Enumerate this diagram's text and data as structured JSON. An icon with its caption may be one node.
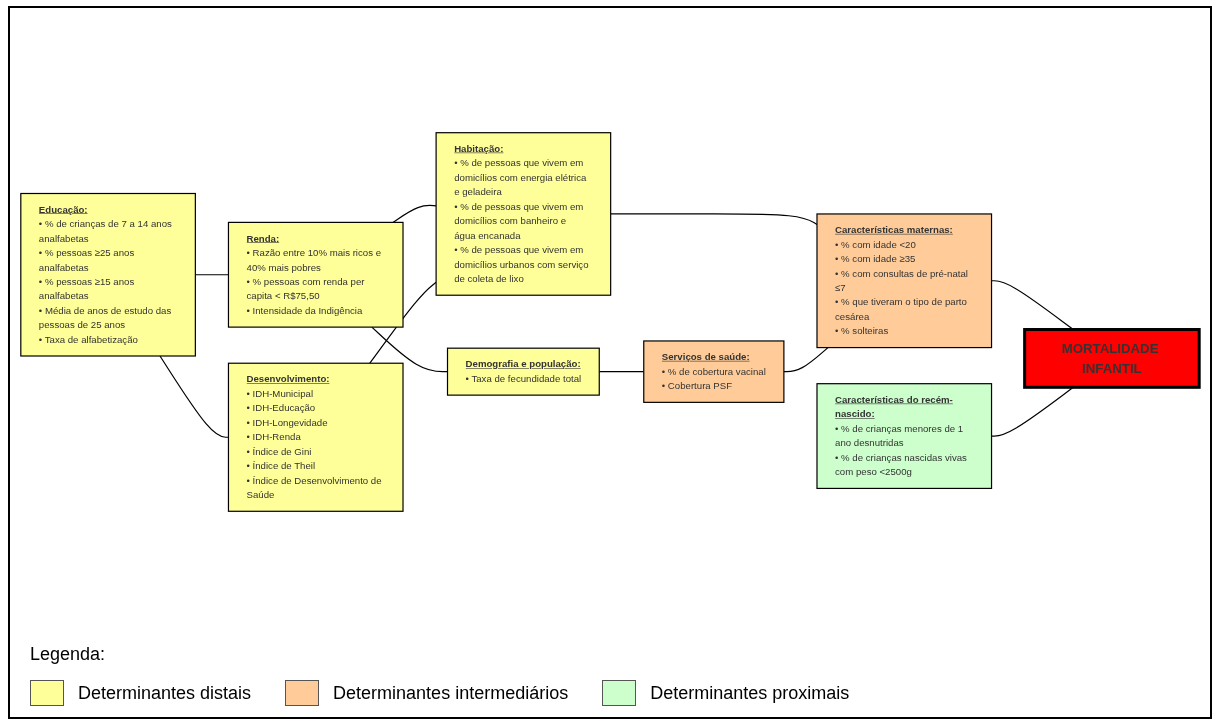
{
  "diagram": {
    "nodes": [
      {
        "text": [
          "Educação:",
          "• % de crianças de 7 a 14 anos analfabetas",
          "• % pessoas ≥25 anos analfabetas",
          "• % pessoas ≥15 anos analfabetas",
          "• Média de anos de estudo das pessoas de 25 anos",
          "• Taxa de alfabetização"
        ]
      },
      {
        "text": [
          "Renda:",
          "• Razão entre 10% mais ricos e 40% mais pobres",
          "• % pessoas com renda per capita < R$75,50",
          "• Intensidade da Indigência"
        ]
      },
      {
        "text": [
          "Demografia e população:",
          "• Taxa de fecundidade total"
        ]
      },
      {
        "text": [
          "Serviços de saúde:",
          "• % de cobertura vacinal",
          "• Cobertura PSF"
        ]
      },
      {
        "text": [
          "Características do recém-nascido:",
          "• % de crianças menores de 1 ano desnutridas",
          "• % de crianças nascidas vivas com peso <2500g"
        ]
      },
      {
        "text": [
          "Desenvolvimento:",
          "• IDH-Municipal",
          "• IDH-Educação",
          "• IDH-Longevidade",
          "• IDH-Renda",
          "• Índice de Gini",
          "• Índice de Theil",
          "• Índice de Desenvolvimento de Saúde"
        ]
      },
      {
        "text": [
          "Habitação:",
          "• % de pessoas que vivem em domicílios com energia elétrica e geladeira",
          "• % de pessoas que vivem em domicílios com banheiro e água encanada",
          "• % de pessoas que vivem em domicílios urbanos com serviço de coleta de lixo"
        ]
      },
      {
        "text": [
          "Características maternas:",
          "• % com idade <20",
          "• % com idade ≥35",
          "• % com consultas de pré-natal ≤7",
          "• % que tiveram o tipo de parto cesárea",
          "• % solteiras"
        ]
      },
      {
        "text": [
          "MORTALIDADE INFANTIL"
        ]
      }
    ],
    "edges": [
      {
        "from": 0,
        "to": 5,
        "arrow": "none"
      },
      {
        "from": 0,
        "to": 1,
        "arrow": "none"
      },
      {
        "from": 1,
        "to": 2,
        "arrow": "none"
      },
      {
        "from": 2,
        "to": 3,
        "arrow": "none"
      },
      {
        "from": 1,
        "to": 6,
        "arrow": "none"
      },
      {
        "from": 5,
        "to": 6,
        "arrow": "none"
      },
      {
        "from": 6,
        "to": 7,
        "arrow": "none"
      },
      {
        "from": 3,
        "to": 7,
        "arrow": "none"
      },
      {
        "from": 7,
        "to": 8,
        "arrow": "none"
      },
      {
        "from": 4,
        "to": 8,
        "arrow": "none"
      }
    ],
    "labels": [
      "Legenda:"
    ],
    "legend": [
      {
        "text": "Determinantes distais",
        "color": "#ffff99"
      },
      {
        "text": "Determinantes intermediários",
        "color": "#ffcc99"
      },
      {
        "text": "Determinantes proximais",
        "color": "#ccffcc"
      }
    ]
  }
}
